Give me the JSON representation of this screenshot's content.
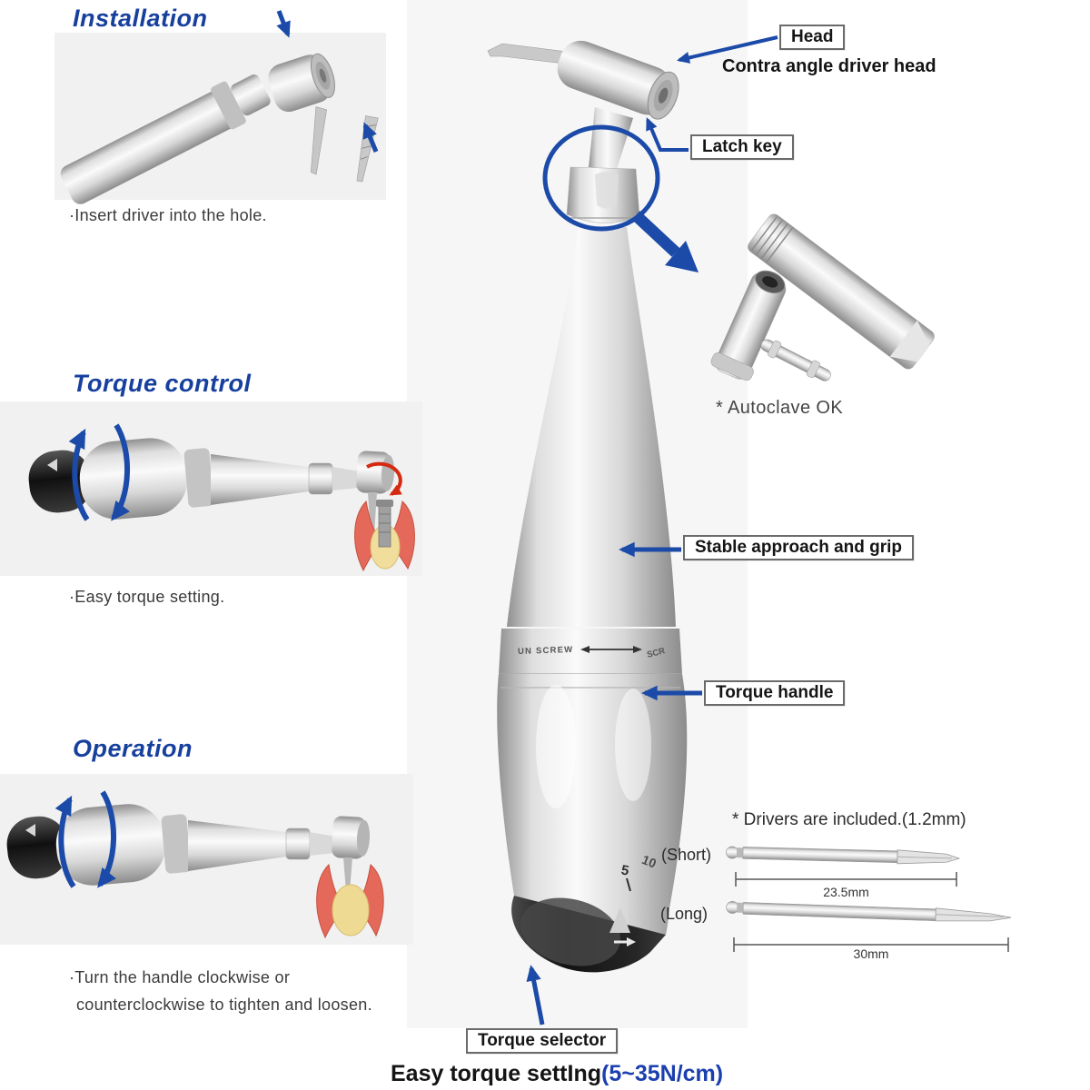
{
  "colors": {
    "accent_blue": "#1b4aa8",
    "title_blue": "#17409e",
    "footer_blue": "#1b3fae",
    "red_arrow": "#d42a12",
    "label_text": "#151515"
  },
  "sections": {
    "installation": {
      "title": "Installation",
      "caption": "·Insert driver into the hole."
    },
    "torque_control": {
      "title": "Torque control",
      "caption": "·Easy torque setting."
    },
    "operation": {
      "title": "Operation",
      "caption_line1": "·Turn the handle clockwise or",
      "caption_line2": "counterclockwise to tighten and loosen."
    }
  },
  "callouts": {
    "head": "Head",
    "head_sub": "Contra angle driver head",
    "latch_key": "Latch key",
    "autoclave_note": "* Autoclave OK",
    "stable_grip": "Stable approach and grip",
    "torque_handle": "Torque handle",
    "torque_selector": "Torque selector",
    "drivers_note": "* Drivers are included.(1.2mm)",
    "driver_short_label": "(Short)",
    "driver_long_label": "(Long)",
    "driver_short_length": "23.5mm",
    "driver_long_length": "30mm"
  },
  "device_markings": {
    "unscrew": "UN SCREW",
    "screw_partial": "SCR",
    "scale_5": "5",
    "scale_10": "10"
  },
  "footer": {
    "black": "Easy torque settIng",
    "blue": "(5~35N/cm)"
  }
}
